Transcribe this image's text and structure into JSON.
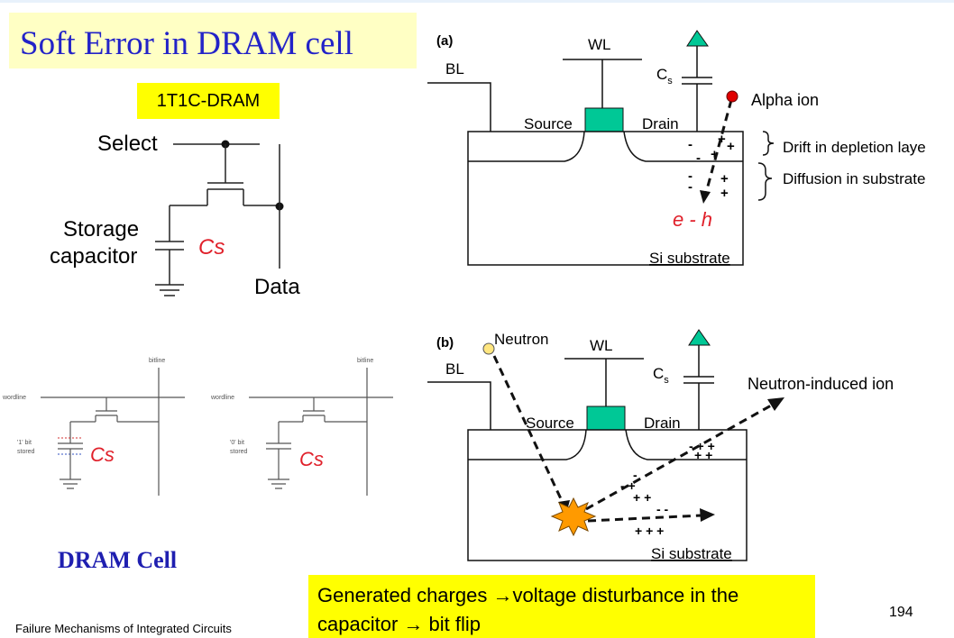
{
  "slide": {
    "title": "Soft Error in DRAM cell",
    "tag": "1T1C-DRAM",
    "dram_cell_label": "DRAM Cell",
    "footer": "Failure Mechanisms of Integrated Circuits",
    "page_number": "194",
    "caption_line1": "Generated charges →voltage disturbance in the",
    "caption_line2": "capacitor → bit flip"
  },
  "schematic": {
    "select": "Select",
    "storage_line1": "Storage",
    "storage_line2": "capacitor",
    "data": "Data",
    "cs_handwritten": "Cs"
  },
  "cells": {
    "bitline": "bitline",
    "wordline": "wordline",
    "left_stored_line1": "'1' bit",
    "left_stored_line2": "stored",
    "right_stored_line1": "'0' bit",
    "right_stored_line2": "stored",
    "cs_handwritten": "Cs"
  },
  "diagram_a": {
    "label": "(a)",
    "bl": "BL",
    "wl": "WL",
    "cs": "C",
    "cs_sub": "s",
    "source": "Source",
    "drain": "Drain",
    "alpha_ion": "Alpha ion",
    "drift": "Drift in depletion laye",
    "diffusion": "Diffusion in substrate",
    "eh": "e - h",
    "substrate": "Si substrate"
  },
  "diagram_b": {
    "label": "(b)",
    "neutron": "Neutron",
    "bl": "BL",
    "wl": "WL",
    "cs": "C",
    "cs_sub": "s",
    "source": "Source",
    "drain": "Drain",
    "neutron_ion": "Neutron-induced ion",
    "substrate": "Si substrate"
  },
  "colors": {
    "title_blue": "#2323c8",
    "highlight_yellow": "#ffff00",
    "title_bg": "#ffffc4",
    "gate_green": "#00c896",
    "handwriting_red": "#e0202a",
    "alpha_red": "#e00000",
    "neutron_fill": "#ffe680",
    "burst_orange": "#ff9a00"
  }
}
